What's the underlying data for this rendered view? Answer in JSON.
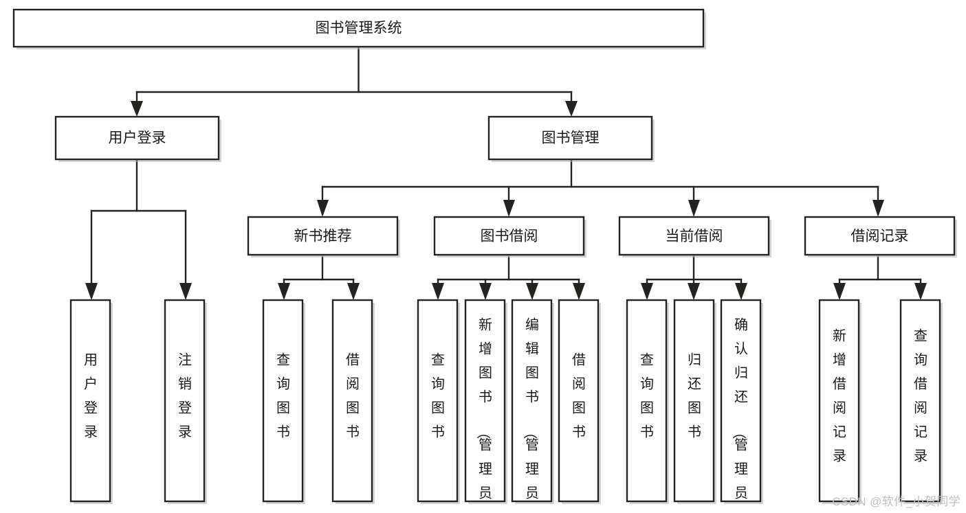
{
  "diagram": {
    "type": "tree-hierarchy",
    "orientation": "top-down",
    "root": {
      "id": "root",
      "label": "图书管理系统"
    },
    "level2": [
      {
        "id": "user-login",
        "label": "用户登录"
      },
      {
        "id": "book-management",
        "label": "图书管理"
      }
    ],
    "level3": [
      {
        "id": "new-book-recommend",
        "label": "新书推荐",
        "parent": "book-management"
      },
      {
        "id": "book-borrow",
        "label": "图书借阅",
        "parent": "book-management"
      },
      {
        "id": "current-borrow",
        "label": "当前借阅",
        "parent": "book-management"
      },
      {
        "id": "borrow-record",
        "label": "借阅记录",
        "parent": "book-management"
      }
    ],
    "leaves": {
      "user-login": [
        {
          "id": "leaf-user-login",
          "label": "用户登录"
        },
        {
          "id": "leaf-logout",
          "label": "注销登录"
        }
      ],
      "new-book-recommend": [
        {
          "id": "leaf-query-book-1",
          "label": "查询图书"
        },
        {
          "id": "leaf-borrow-book-1",
          "label": "借阅图书"
        }
      ],
      "book-borrow": [
        {
          "id": "leaf-query-book-2",
          "label": "查询图书"
        },
        {
          "id": "leaf-add-book",
          "label": "新增图书（管理员）"
        },
        {
          "id": "leaf-edit-book",
          "label": "编辑图书（管理员）"
        },
        {
          "id": "leaf-borrow-book-2",
          "label": "借阅图书"
        }
      ],
      "current-borrow": [
        {
          "id": "leaf-query-book-3",
          "label": "查询图书"
        },
        {
          "id": "leaf-return-book",
          "label": "归还图书"
        },
        {
          "id": "leaf-confirm-return",
          "label": "确认归还（管理员）"
        }
      ],
      "borrow-record": [
        {
          "id": "leaf-add-record",
          "label": "新增借阅记录"
        },
        {
          "id": "leaf-query-record",
          "label": "查询借阅记录"
        }
      ]
    }
  },
  "watermark": {
    "text": "CSDN @软件_小贺同学"
  },
  "colors": {
    "stroke": "#23241f",
    "fill": "#ffffff",
    "text": "#1a1a1a",
    "shadow": "#b3b3b3",
    "watermark": "#bfbfbf",
    "background": "#ffffff"
  }
}
